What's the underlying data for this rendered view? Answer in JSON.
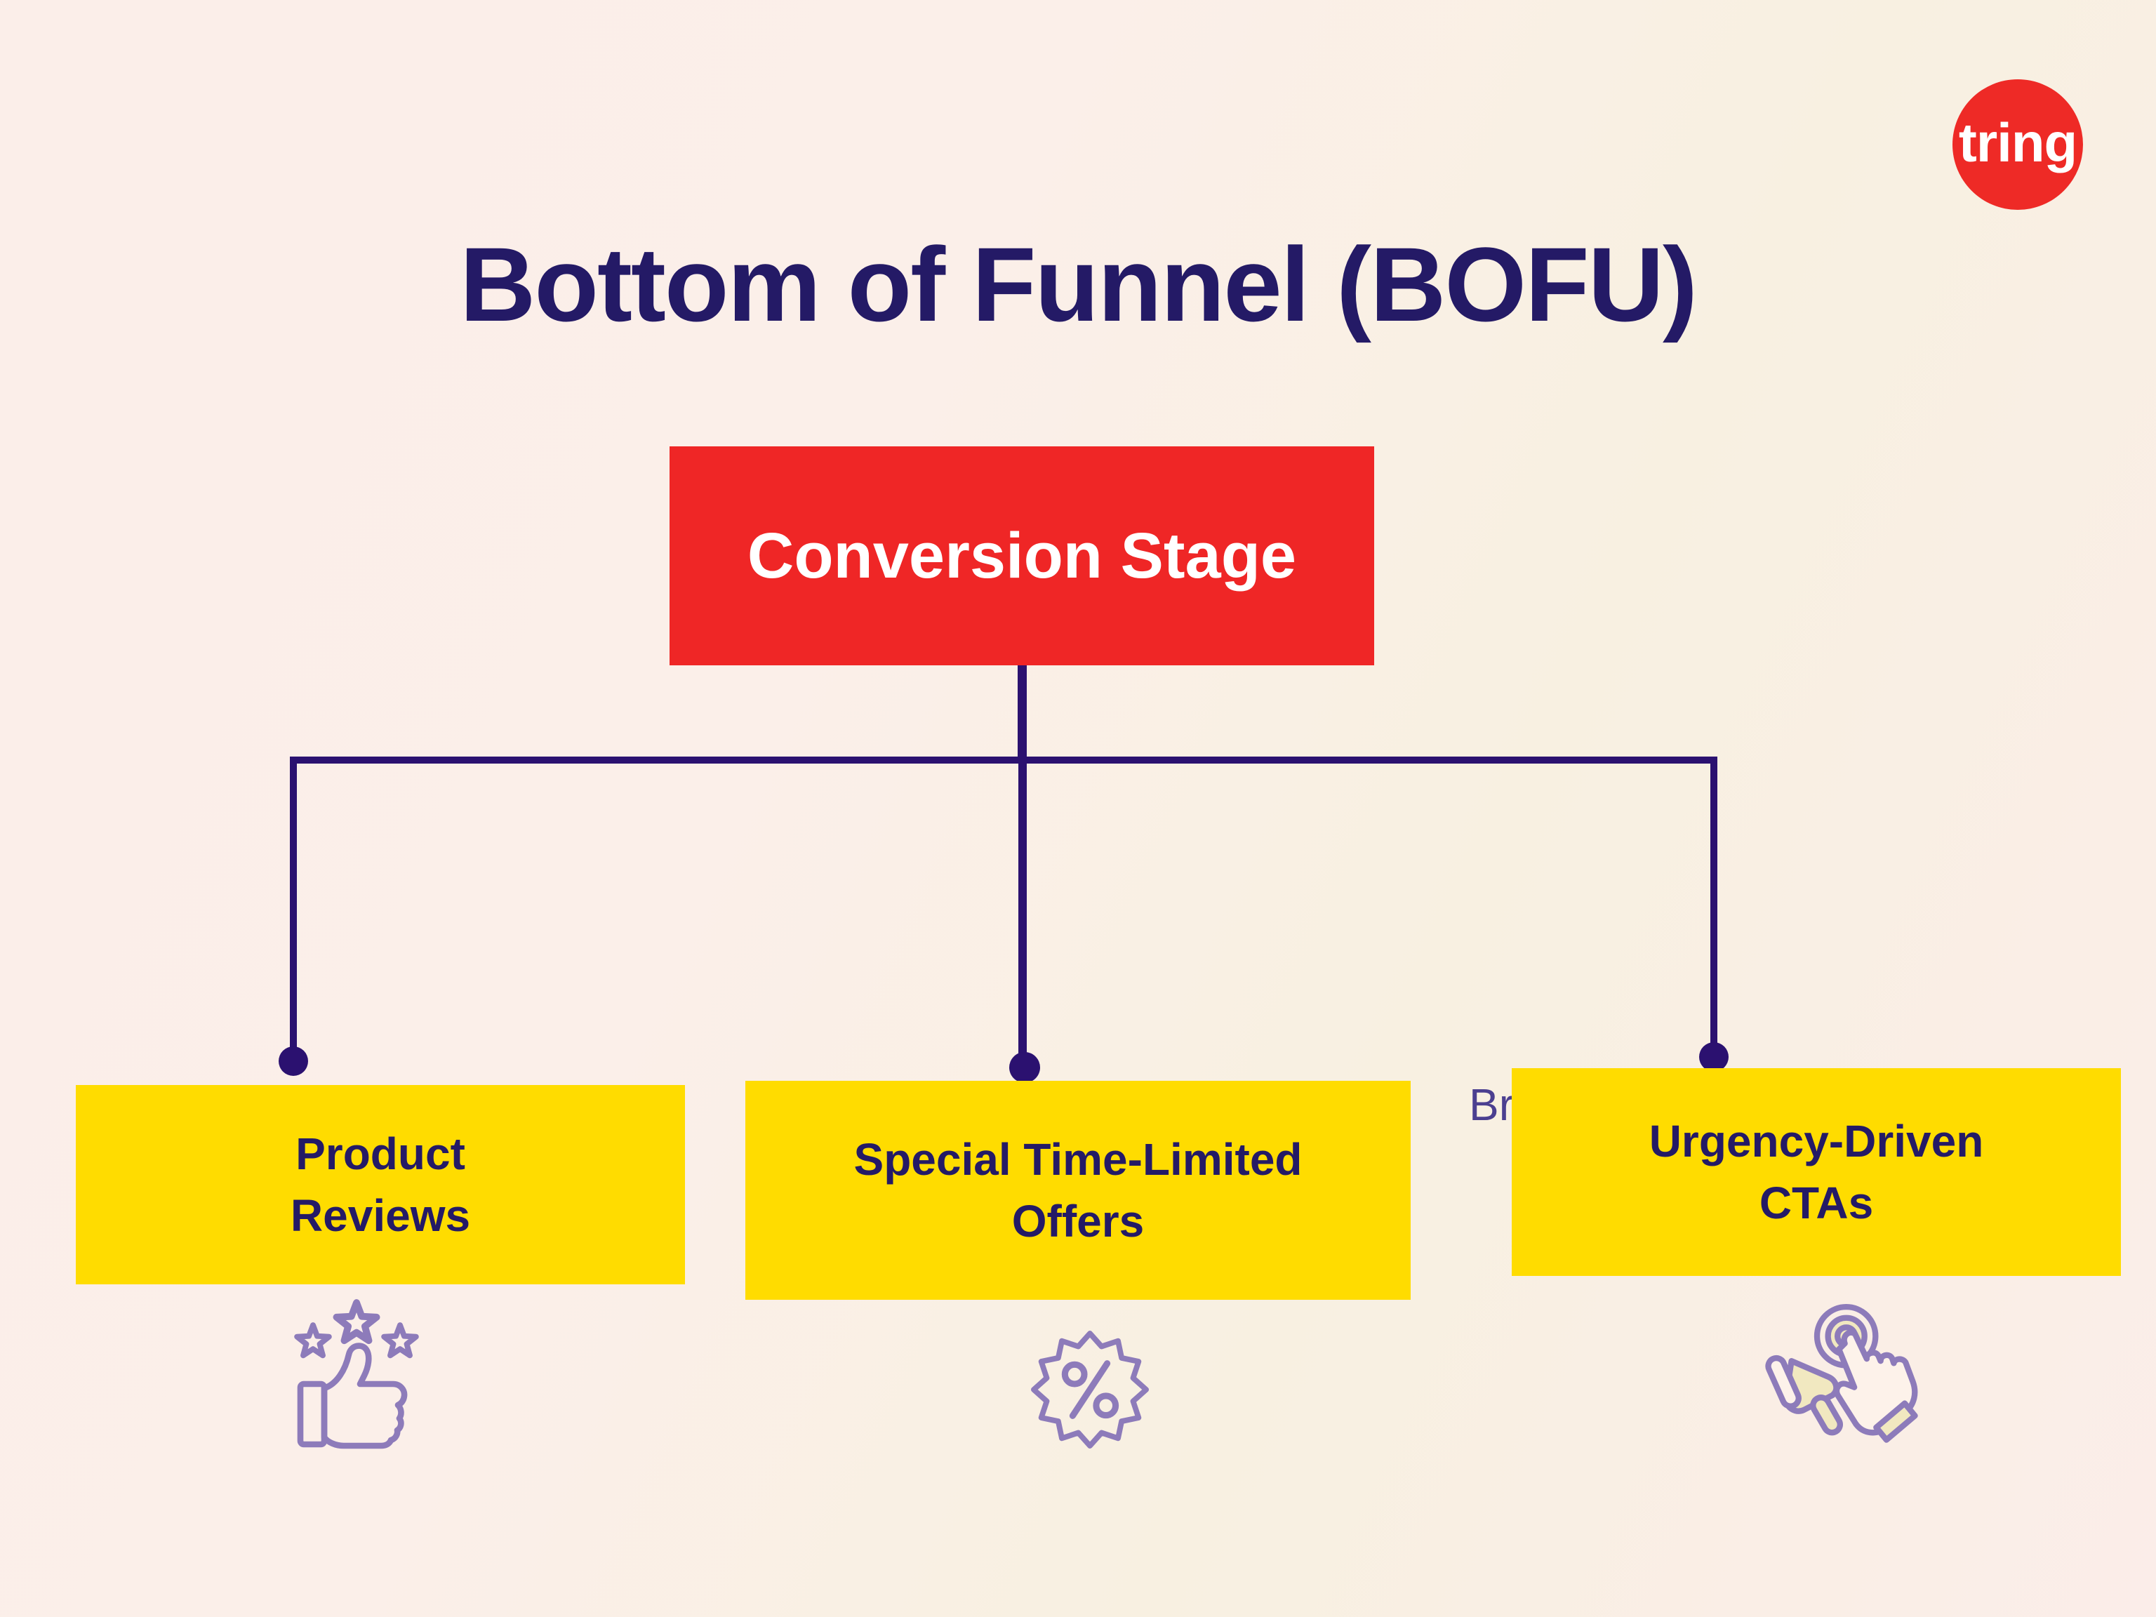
{
  "page": {
    "title": "Bottom of Funnel (BOFU)"
  },
  "logo": {
    "text": "tring"
  },
  "diagram": {
    "root": {
      "label": "Conversion Stage"
    },
    "clipped_text": "Br",
    "children": [
      {
        "lines": [
          "Product",
          "Reviews"
        ],
        "icon": "thumbs-up-with-stars"
      },
      {
        "lines": [
          "Special Time-Limited",
          "Offers"
        ],
        "icon": "percent-starburst-badge"
      },
      {
        "lines": [
          "Urgency-Driven",
          "CTAs"
        ],
        "icon": "megaphone-tap-click"
      }
    ]
  },
  "colors": {
    "background": "#faeee8",
    "accent_red": "#ef2626",
    "accent_yellow": "#ffdc00",
    "navy_text": "#241a66",
    "connector_indigo": "#2b1170",
    "icon_purple": "#8d7bba",
    "icon_cream": "#f1e8c0"
  }
}
